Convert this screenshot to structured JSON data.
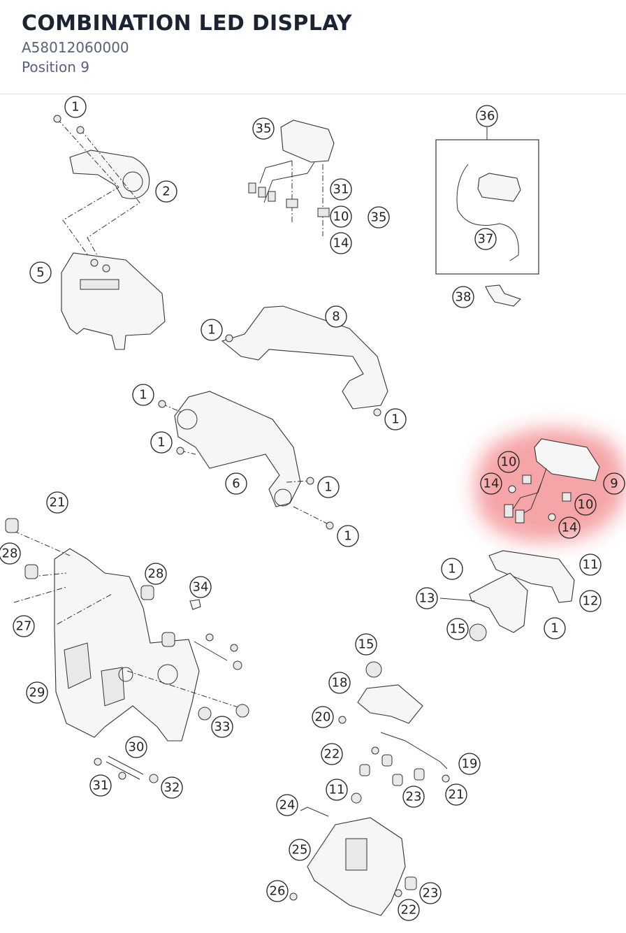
{
  "header": {
    "title": "COMBINATION LED DISPLAY",
    "part_number": "A58012060000",
    "position": "Position 9"
  },
  "highlight": {
    "position_number": "9",
    "color": "#e8383b"
  },
  "callouts": [
    "1",
    "2",
    "5",
    "35",
    "31",
    "10",
    "14",
    "35",
    "36",
    "37",
    "38",
    "8",
    "1",
    "1",
    "1",
    "1",
    "6",
    "1",
    "1",
    "10",
    "14",
    "9",
    "10",
    "14",
    "21",
    "28",
    "28",
    "27",
    "34",
    "29",
    "30",
    "31",
    "32",
    "33",
    "1",
    "11",
    "13",
    "12",
    "15",
    "1",
    "15",
    "18",
    "20",
    "22",
    "19",
    "11",
    "23",
    "21",
    "24",
    "25",
    "26",
    "22",
    "23"
  ]
}
